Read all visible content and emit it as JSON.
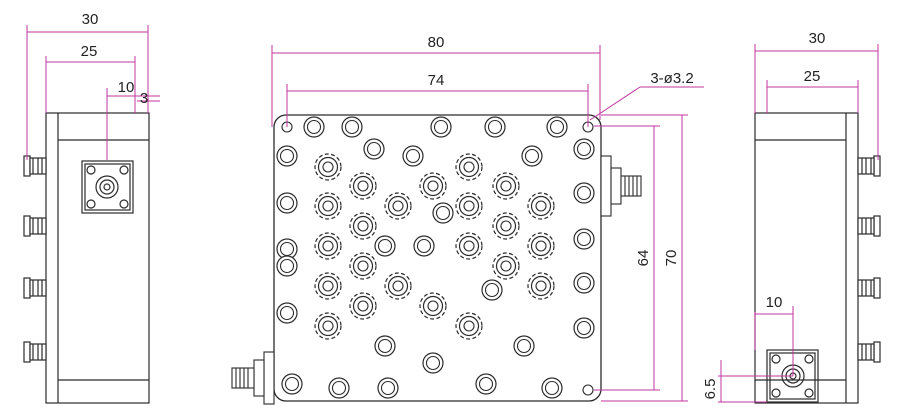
{
  "colors": {
    "outline": "#2b2b2b",
    "dimension": "#c0369f",
    "fill": "#ffffff"
  },
  "left_view": {
    "dim_overall": "30",
    "dim_body": "25",
    "dim_connector": "10",
    "dim_offset": "3"
  },
  "front_view": {
    "dim_width": "80",
    "dim_hole_pitch_x": "74",
    "dim_holes": "3-ø3.2",
    "dim_hole_pitch_y": "64",
    "dim_height": "70"
  },
  "right_view": {
    "dim_overall": "30",
    "dim_body": "25",
    "dim_connector": "10",
    "dim_bottom": "6.5"
  }
}
